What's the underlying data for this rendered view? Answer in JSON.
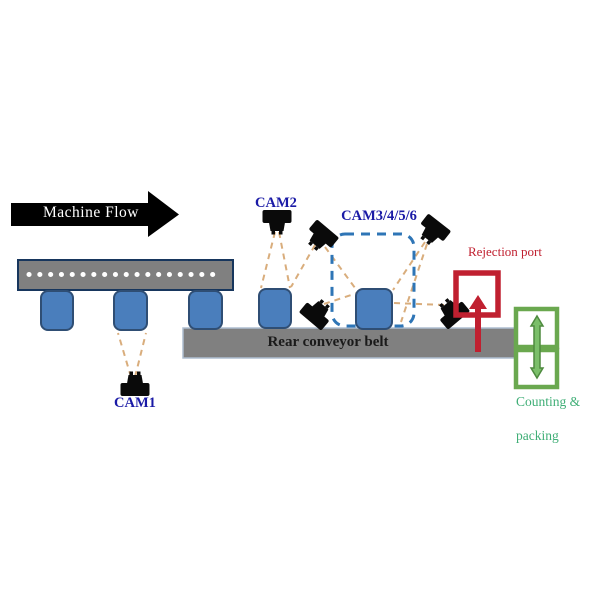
{
  "labels": {
    "machine_flow": "Machine Flow",
    "cam1": "CAM1",
    "cam2": "CAM2",
    "cam_group": "CAM3/4/5/6",
    "rejection_port": "Rejection port",
    "rear_belt": "Rear conveyor belt",
    "counting_line1": "Counting &",
    "counting_line2": "packing"
  },
  "icons": {
    "flow_arrow": "right-arrow-icon",
    "camera": "camera-icon",
    "perforations": "dot-row-icon",
    "rejection_arrow": "up-arrow-icon",
    "transfer_arrow": "up-down-arrow-icon"
  },
  "colors": {
    "label_navy": "#1a1aa6",
    "rejection_red": "#c02030",
    "counting_green_box": "#6aa84f",
    "counting_green_text": "#3fae76",
    "object_blue": "#4a7ebc",
    "object_blue_border": "#2f4e74",
    "machine_gray": "#808080",
    "bar_border_navy": "#17365d",
    "belt_border": "#aebdd0",
    "sightline_tan": "#d9ad7c",
    "group_dash_blue": "#2e75b6",
    "camera_black": "#0a0a0a",
    "flow_arrow_black": "#000000",
    "belt_text": "#1a1a1a",
    "transfer_arrow_fill": "#7bbf6a",
    "transfer_arrow_border": "#4e8a3e"
  }
}
